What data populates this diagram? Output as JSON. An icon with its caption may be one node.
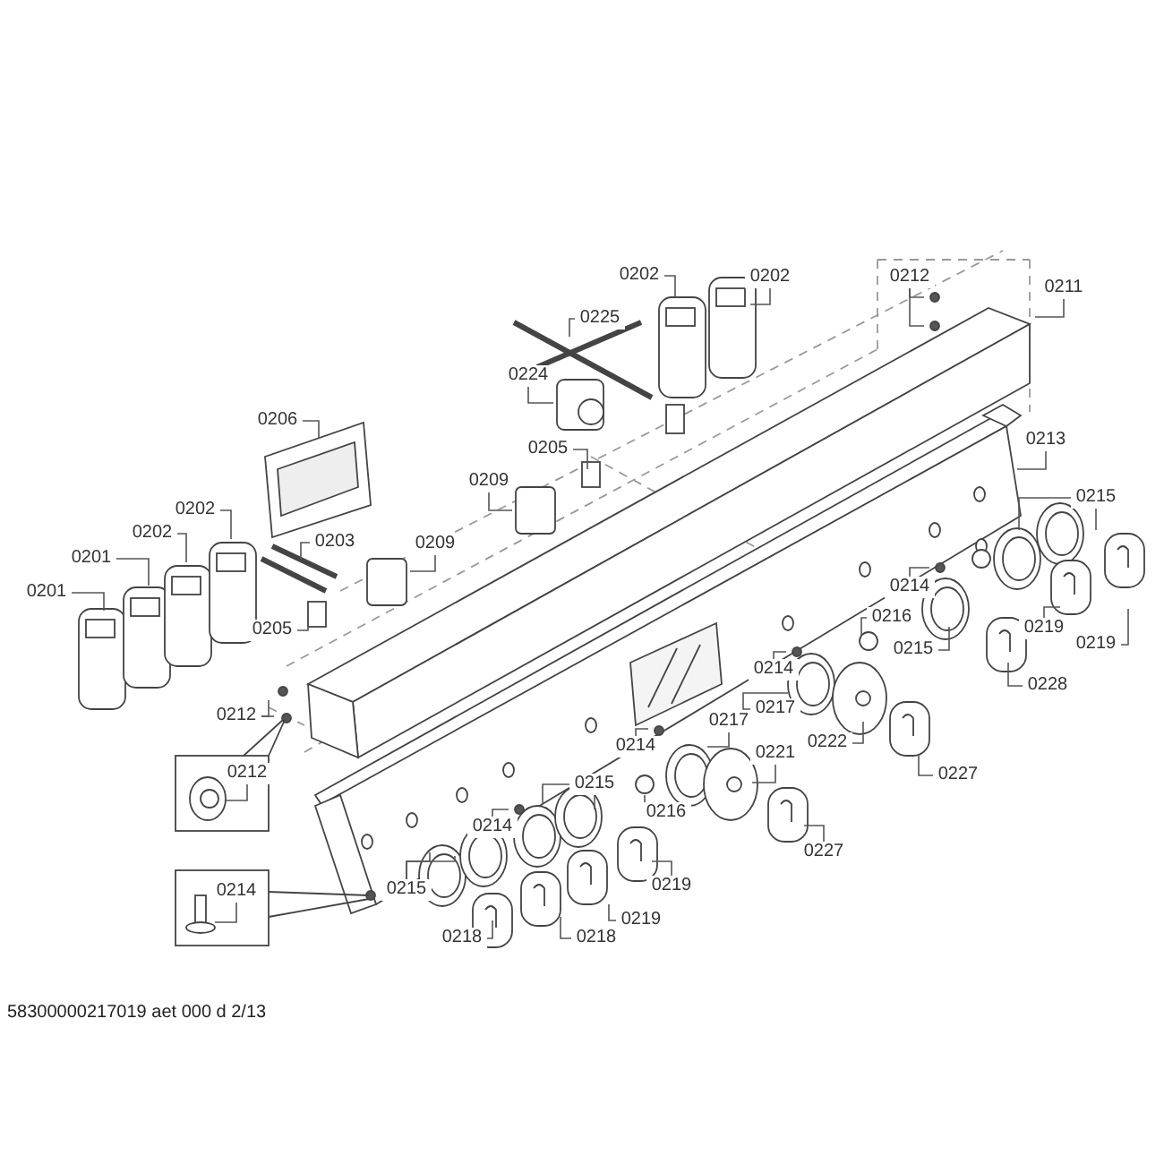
{
  "diagram": {
    "nodes": [
      {
        "text": [
          "0201"
        ]
      },
      {
        "text": [
          "0201"
        ]
      },
      {
        "text": [
          "0202"
        ]
      },
      {
        "text": [
          "0202"
        ]
      },
      {
        "text": [
          "0203"
        ]
      },
      {
        "text": [
          "0206"
        ]
      },
      {
        "text": [
          "0205"
        ]
      },
      {
        "text": [
          "0209"
        ]
      },
      {
        "text": [
          "0209"
        ]
      },
      {
        "text": [
          "0205"
        ]
      },
      {
        "text": [
          "0224"
        ]
      },
      {
        "text": [
          "0225"
        ]
      },
      {
        "text": [
          "0202"
        ]
      },
      {
        "text": [
          "0202"
        ]
      },
      {
        "text": [
          "0212"
        ]
      },
      {
        "text": [
          "0211"
        ]
      },
      {
        "text": [
          "0213"
        ]
      },
      {
        "text": [
          "0215"
        ]
      },
      {
        "text": [
          "0214"
        ]
      },
      {
        "text": [
          "0216"
        ]
      },
      {
        "text": [
          "0215"
        ]
      },
      {
        "text": [
          "0219"
        ]
      },
      {
        "text": [
          "0219"
        ]
      },
      {
        "text": [
          "0228"
        ]
      },
      {
        "text": [
          "0214"
        ]
      },
      {
        "text": [
          "0217"
        ]
      },
      {
        "text": [
          "0222"
        ]
      },
      {
        "text": [
          "0227"
        ]
      },
      {
        "text": [
          "0214"
        ]
      },
      {
        "text": [
          "0217"
        ]
      },
      {
        "text": [
          "0221"
        ]
      },
      {
        "text": [
          "0216"
        ]
      },
      {
        "text": [
          "0227"
        ]
      },
      {
        "text": [
          "0212"
        ]
      },
      {
        "text": [
          "0212"
        ]
      },
      {
        "text": [
          "0215"
        ]
      },
      {
        "text": [
          "0214"
        ]
      },
      {
        "text": [
          "0215"
        ]
      },
      {
        "text": [
          "0214"
        ]
      },
      {
        "text": [
          "0218"
        ]
      },
      {
        "text": [
          "0218"
        ]
      },
      {
        "text": [
          "0219"
        ]
      },
      {
        "text": [
          "0219"
        ]
      }
    ],
    "edges": [
      {
        "from": 0,
        "to": null,
        "arrow": "none"
      },
      {
        "from": 1,
        "to": null,
        "arrow": "none"
      },
      {
        "from": 2,
        "to": null,
        "arrow": "none"
      },
      {
        "from": 3,
        "to": null,
        "arrow": "none"
      },
      {
        "from": 4,
        "to": null,
        "arrow": "none"
      },
      {
        "from": 5,
        "to": null,
        "arrow": "none"
      },
      {
        "from": 6,
        "to": null,
        "arrow": "none"
      },
      {
        "from": 7,
        "to": null,
        "arrow": "none"
      },
      {
        "from": 8,
        "to": null,
        "arrow": "none"
      },
      {
        "from": 9,
        "to": null,
        "arrow": "none"
      },
      {
        "from": 10,
        "to": null,
        "arrow": "none"
      },
      {
        "from": 11,
        "to": null,
        "arrow": "none"
      },
      {
        "from": 12,
        "to": null,
        "arrow": "none"
      },
      {
        "from": 13,
        "to": null,
        "arrow": "none"
      },
      {
        "from": 14,
        "to": null,
        "arrow": "none"
      },
      {
        "from": 14,
        "to": null,
        "arrow": "none"
      },
      {
        "from": 15,
        "to": null,
        "arrow": "none"
      },
      {
        "from": 16,
        "to": null,
        "arrow": "none"
      },
      {
        "from": 17,
        "to": null,
        "arrow": "none"
      },
      {
        "from": 17,
        "to": null,
        "arrow": "none"
      },
      {
        "from": 18,
        "to": null,
        "arrow": "none"
      },
      {
        "from": 19,
        "to": null,
        "arrow": "none"
      },
      {
        "from": 20,
        "to": null,
        "arrow": "none"
      },
      {
        "from": 21,
        "to": null,
        "arrow": "none"
      },
      {
        "from": 22,
        "to": null,
        "arrow": "none"
      },
      {
        "from": 23,
        "to": null,
        "arrow": "none"
      },
      {
        "from": 24,
        "to": null,
        "arrow": "none"
      },
      {
        "from": 25,
        "to": null,
        "arrow": "none"
      },
      {
        "from": 26,
        "to": null,
        "arrow": "none"
      },
      {
        "from": 27,
        "to": null,
        "arrow": "none"
      },
      {
        "from": 28,
        "to": null,
        "arrow": "none"
      },
      {
        "from": 29,
        "to": null,
        "arrow": "none"
      },
      {
        "from": 30,
        "to": null,
        "arrow": "none"
      },
      {
        "from": 31,
        "to": null,
        "arrow": "none"
      },
      {
        "from": 32,
        "to": null,
        "arrow": "none"
      },
      {
        "from": 33,
        "to": null,
        "arrow": "none"
      },
      {
        "from": 33,
        "to": null,
        "arrow": "none"
      },
      {
        "from": 34,
        "to": null,
        "arrow": "none"
      },
      {
        "from": 35,
        "to": null,
        "arrow": "none"
      },
      {
        "from": 35,
        "to": null,
        "arrow": "none"
      },
      {
        "from": 36,
        "to": null,
        "arrow": "none"
      },
      {
        "from": 37,
        "to": null,
        "arrow": "none"
      },
      {
        "from": 37,
        "to": null,
        "arrow": "none"
      },
      {
        "from": 38,
        "to": null,
        "arrow": "none"
      },
      {
        "from": 39,
        "to": null,
        "arrow": "none"
      },
      {
        "from": 40,
        "to": null,
        "arrow": "none"
      },
      {
        "from": 41,
        "to": null,
        "arrow": "none"
      },
      {
        "from": 42,
        "to": null,
        "arrow": "none"
      }
    ],
    "labels": [
      "58300000217019 aet 000 d 2/13"
    ]
  }
}
